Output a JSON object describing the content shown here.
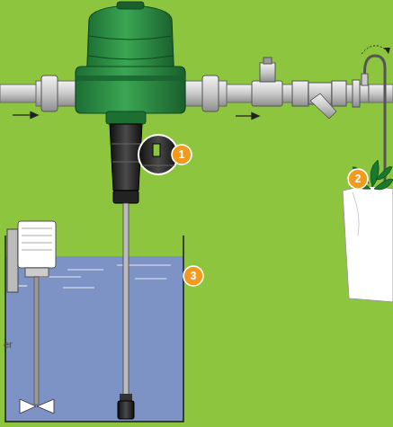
{
  "diagram": {
    "labels": [
      "1",
      "2",
      "3",
      "er"
    ]
  }
}
